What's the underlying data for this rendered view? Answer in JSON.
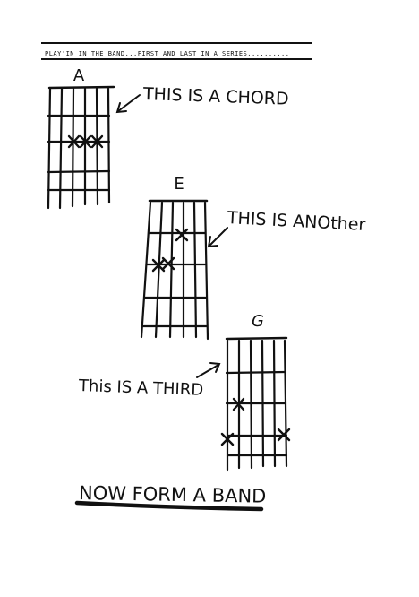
{
  "header": {
    "text": "PLAY'IN IN THE BAND...FIRST AND LAST IN A SERIES.........."
  },
  "chords": [
    {
      "name": "A",
      "label": "THIS IS A CHORD"
    },
    {
      "name": "E",
      "label": "THIS IS ANOther"
    },
    {
      "name": "G",
      "label": "This IS A THIRD"
    }
  ],
  "footer": {
    "text": "NOW FORM A BAND"
  },
  "colors": {
    "ink": "#111111",
    "paper": "#ffffff"
  }
}
